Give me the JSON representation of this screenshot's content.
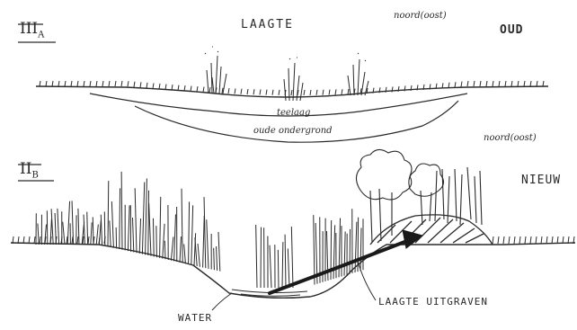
{
  "title": "LAAGTE",
  "panel_a": {
    "section": "III",
    "sub": "A",
    "compass": "noord(oost)",
    "state": "OUD",
    "layer_top": "teelaag",
    "layer_bottom": "oude ondergrond"
  },
  "panel_b": {
    "section": "II",
    "sub": "B",
    "compass": "noord(oost)",
    "state": "NIEUW",
    "water": "WATER",
    "arrow_label": "LAAGTE UITGRAVEN"
  }
}
